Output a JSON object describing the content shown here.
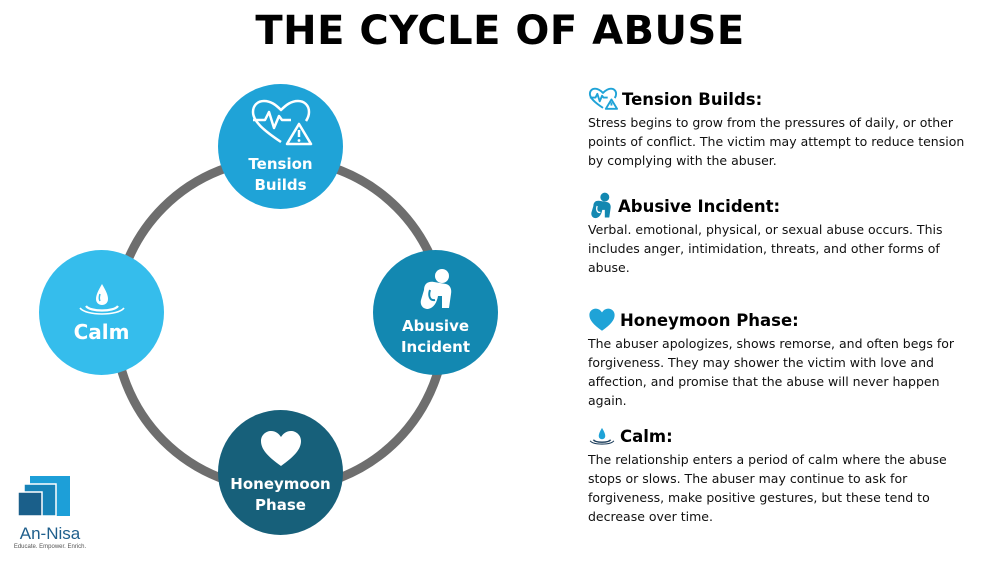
{
  "title": "THE CYCLE OF ABUSE",
  "colors": {
    "tension": "#1fa3d7",
    "abusive": "#1388b1",
    "honeymoon": "#17607a",
    "calm": "#35bdec",
    "ring": "#6e6e6e"
  },
  "cycle": {
    "tension": {
      "label": "Tension\nBuilds",
      "icon": "heart-rate-warning-icon"
    },
    "abusive": {
      "label": "Abusive\nIncident",
      "icon": "crouching-person-icon"
    },
    "honeymoon": {
      "label": "Honeymoon\nPhase",
      "icon": "heart-icon"
    },
    "calm": {
      "label": "Calm",
      "icon": "water-drop-icon"
    }
  },
  "descriptions": {
    "tension": {
      "title": "Tension Builds:",
      "text": "Stress begins to grow from the pressures of daily, or other points of conflict. The victim may attempt to reduce tension by complying with the abuser."
    },
    "abusive": {
      "title": "Abusive Incident:",
      "text": "Verbal. emotional, physical, or sexual abuse occurs. This includes anger, intimidation, threats, and other forms of abuse."
    },
    "honeymoon": {
      "title": "Honeymoon Phase:",
      "text": "The abuser apologizes, shows remorse, and often begs for forgiveness. They may shower the victim with love and affection, and promise that the abuse will never happen again."
    },
    "calm": {
      "title": "Calm:",
      "text": "The relationship enters a period of calm where the abuse stops or slows. The abuser may continue to ask for forgiveness, make positive gestures, but these tend to decrease over time."
    }
  },
  "brand": {
    "name": "An-Nisa",
    "tagline": "Educate. Empower. Enrich."
  }
}
